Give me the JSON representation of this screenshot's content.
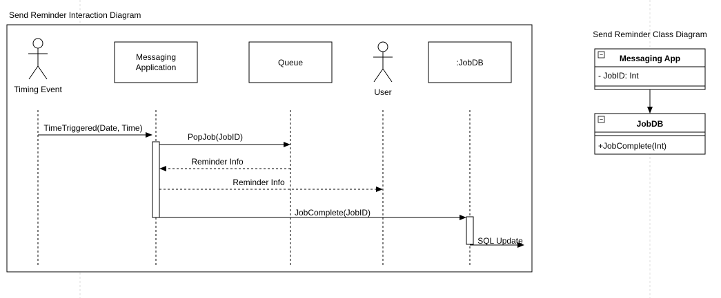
{
  "interaction_diagram": {
    "title": "Send Reminder Interaction Diagram",
    "participants": {
      "timing_event": "Timing Event",
      "messaging_application_line1": "Messaging",
      "messaging_application_line2": "Application",
      "queue": "Queue",
      "user": "User",
      "jobdb": ":JobDB"
    },
    "messages": {
      "time_triggered": "TimeTriggered(Date, Time)",
      "pop_job": "PopJob(JobID)",
      "reminder_info_return": "Reminder Info",
      "reminder_info_user": "Reminder Info",
      "job_complete": "JobComplete(JobID)",
      "sql_update": "SQL Update"
    }
  },
  "class_diagram": {
    "title": "Send Reminder Class Diagram",
    "messaging_app": {
      "name": "Messaging App",
      "attribute": "- JobID: Int",
      "collapse_glyph": "−"
    },
    "jobdb": {
      "name": "JobDB",
      "method": "+JobComplete(Int)",
      "collapse_glyph": "−"
    }
  }
}
